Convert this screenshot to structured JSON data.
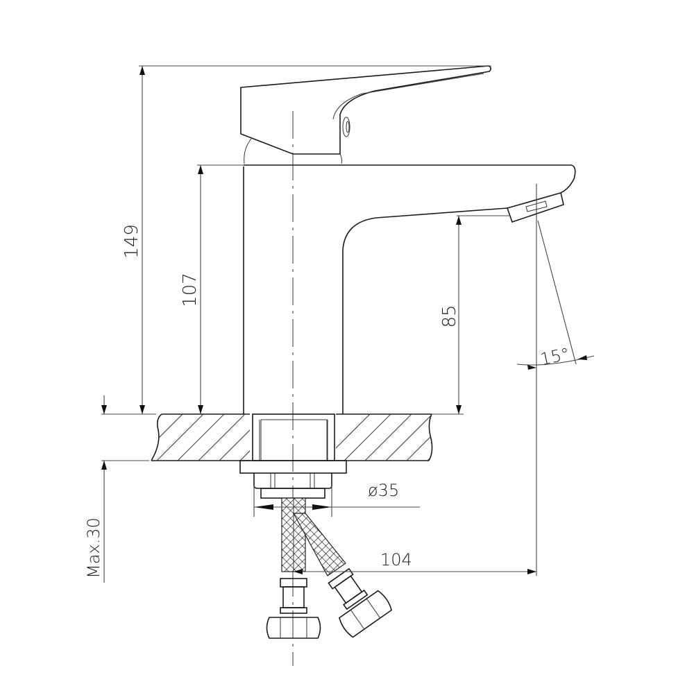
{
  "drawing": {
    "subject": "Single-lever basin faucet dimension drawing",
    "colors": {
      "line": "#1a1a1a",
      "background": "#ffffff"
    }
  },
  "dimensions": {
    "overall_height": "149",
    "body_height": "107",
    "spout_clearance": "85",
    "spout_angle": "15°",
    "mounting_hole_diameter": "ø35",
    "spout_reach": "104",
    "max_countertop_thickness": "Max.30"
  }
}
